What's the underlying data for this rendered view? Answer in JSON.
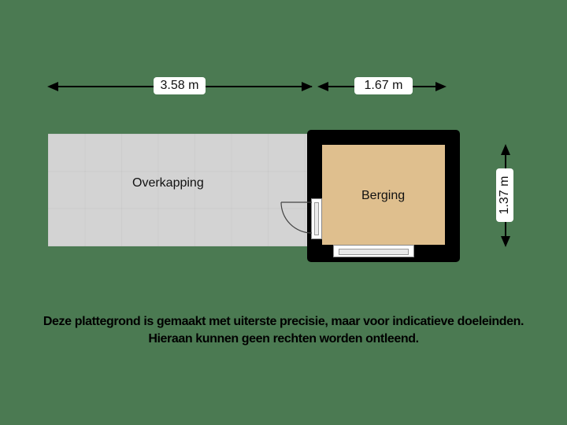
{
  "colors": {
    "background": "#4b7a52",
    "walls": "#000000",
    "berging_floor": "#dfbf8e",
    "overkapping_floor": "#d3d3d3"
  },
  "dimensions": {
    "overkapping_width": "3.58 m",
    "berging_width": "1.67 m",
    "berging_depth": "1.37 m"
  },
  "rooms": {
    "overkapping": "Overkapping",
    "berging": "Berging"
  },
  "disclaimer": {
    "line1": "Deze plattegrond is gemaakt met uiterste precisie, maar voor indicatieve doeleinden.",
    "line2": "Hieraan kunnen geen rechten worden ontleend."
  }
}
